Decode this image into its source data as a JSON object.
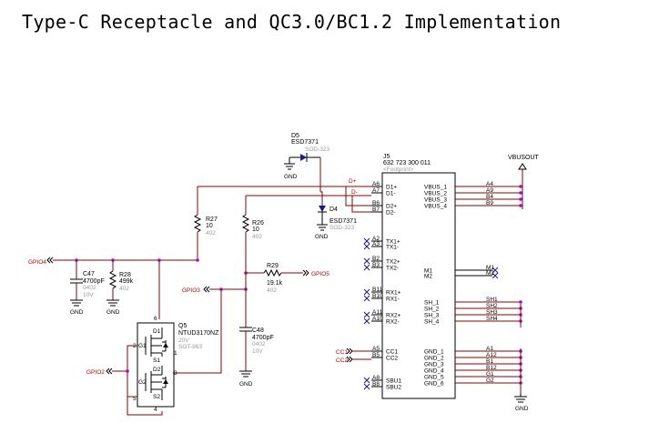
{
  "title": "Type-C Receptacle and QC3.0/BC1.2 Implementation",
  "connector": {
    "ref": "J5",
    "part": "632 723 300 011",
    "sub": "<Footprint>",
    "left_pins": [
      {
        "num": "A6",
        "name": "D1+"
      },
      {
        "num": "A7",
        "name": "D1-"
      },
      {
        "num": "B6",
        "name": "D2+"
      },
      {
        "num": "B7",
        "name": "D2-"
      },
      {
        "num": "A2",
        "name": "TX1+"
      },
      {
        "num": "A3",
        "name": "TX1-"
      },
      {
        "num": "B2",
        "name": "TX2+"
      },
      {
        "num": "B3",
        "name": "TX2-"
      },
      {
        "num": "B11",
        "name": "RX1+"
      },
      {
        "num": "B10",
        "name": "RX1-"
      },
      {
        "num": "A11",
        "name": "RX2+"
      },
      {
        "num": "A10",
        "name": "RX2-"
      },
      {
        "num": "A5",
        "name": "CC1"
      },
      {
        "num": "B5",
        "name": "CC2"
      },
      {
        "num": "A8",
        "name": "SBU1"
      },
      {
        "num": "B8",
        "name": "SBU2"
      }
    ],
    "right_pins": [
      {
        "num": "A4",
        "name": "VBUS_1"
      },
      {
        "num": "A9",
        "name": "VBUS_2"
      },
      {
        "num": "B4",
        "name": "VBUS_3"
      },
      {
        "num": "B9",
        "name": "VBUS_4"
      },
      {
        "num": "M1",
        "name": "M1"
      },
      {
        "num": "M2",
        "name": "M2"
      },
      {
        "num": "SH1",
        "name": "SH_1"
      },
      {
        "num": "SH2",
        "name": "SH_2"
      },
      {
        "num": "SH3",
        "name": "SH_3"
      },
      {
        "num": "SH4",
        "name": "SH_4"
      },
      {
        "num": "A1",
        "name": "GND_1"
      },
      {
        "num": "A12",
        "name": "GND_2"
      },
      {
        "num": "B1",
        "name": "GND_3"
      },
      {
        "num": "B12",
        "name": "GND_4"
      },
      {
        "num": "G1",
        "name": "GND_5"
      },
      {
        "num": "G2",
        "name": "GND_6"
      }
    ]
  },
  "nets": {
    "vbusout": "VBUSOUT",
    "gpio4": "GPIO4",
    "gpio5": "GPIO5",
    "gpio3": "GPIO3",
    "gpio2": "GPIO2",
    "dplus": "D+",
    "dminus": "D-",
    "cc1": "CC1",
    "cc2": "CC2",
    "gnd": "GND"
  },
  "components": {
    "d5": {
      "ref": "D5",
      "part": "ESD7371",
      "pkg": "SOD-323"
    },
    "d4": {
      "ref": "D4",
      "part": "ESD7371",
      "pkg": "SOD-323"
    },
    "r27": {
      "ref": "R27",
      "value": "10",
      "pkg": "402"
    },
    "r26": {
      "ref": "R26",
      "value": "10",
      "pkg": "402"
    },
    "r28": {
      "ref": "R28",
      "value": "499k",
      "pkg": "402"
    },
    "r29": {
      "ref": "R29",
      "value": "19.1k",
      "pkg": "402"
    },
    "c47": {
      "ref": "C47",
      "value": "4700pF",
      "pkg": "0402",
      "volt": "10V"
    },
    "c48": {
      "ref": "C48",
      "value": "4700pF",
      "pkg": "0402",
      "volt": "10V"
    },
    "q5": {
      "ref": "Q5",
      "part": "NTUD3170NZ",
      "volt": "20V",
      "pkg": "SOT-963",
      "pins": [
        "6",
        "2",
        "1",
        "5",
        "3",
        "4"
      ],
      "gates": [
        "G1",
        "G2"
      ],
      "drains": [
        "D1",
        "D2"
      ],
      "sources": [
        "S1",
        "S2"
      ]
    }
  }
}
